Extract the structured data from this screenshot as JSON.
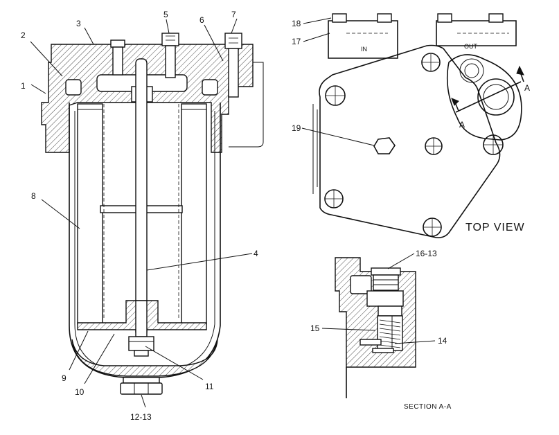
{
  "callouts": {
    "c1": "1",
    "c2": "2",
    "c3": "3",
    "c4": "4",
    "c5": "5",
    "c6": "6",
    "c7": "7",
    "c8": "8",
    "c9": "9",
    "c10": "10",
    "c11": "11",
    "c12_13": "12-13",
    "c14": "14",
    "c15": "15",
    "c16_13": "16-13",
    "c17": "17",
    "c18": "18",
    "c19": "19"
  },
  "top_view": {
    "caption": "TOP VIEW",
    "port_in": "IN",
    "port_out": "OUT",
    "section_mark": "A"
  },
  "section": {
    "caption": "SECTION A-A"
  }
}
